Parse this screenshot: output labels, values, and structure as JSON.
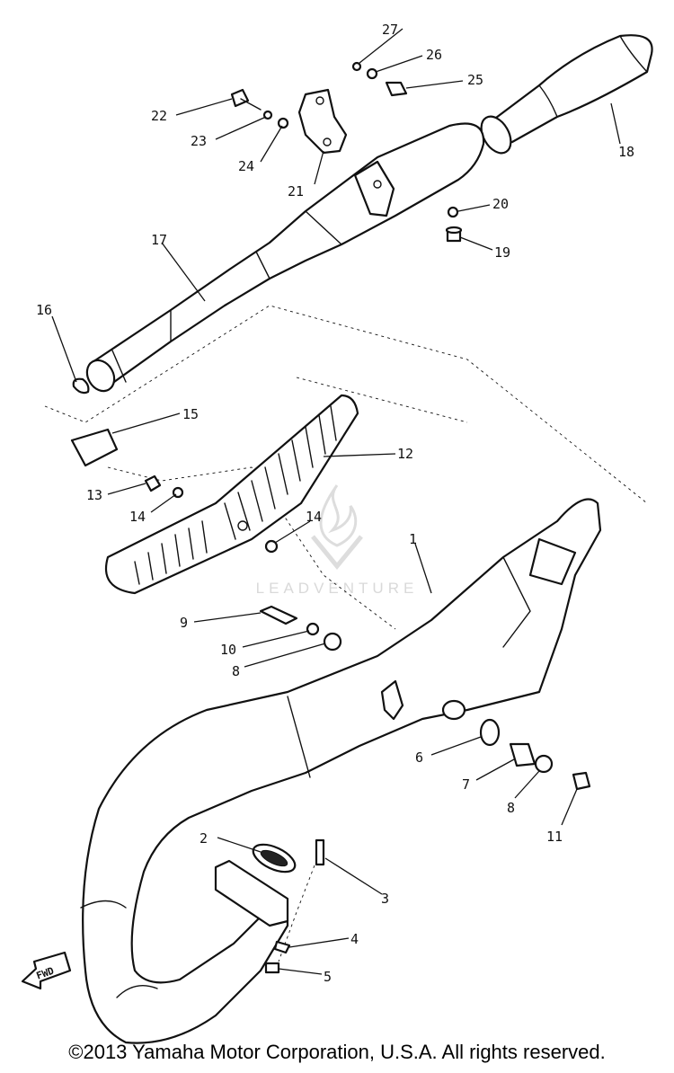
{
  "callouts": {
    "c1": "1",
    "c2": "2",
    "c3": "3",
    "c4": "4",
    "c5": "5",
    "c6": "6",
    "c7": "7",
    "c8a": "8",
    "c8b": "8",
    "c9": "9",
    "c10": "10",
    "c11": "11",
    "c12": "12",
    "c13": "13",
    "c14a": "14",
    "c14b": "14",
    "c15": "15",
    "c16": "16",
    "c17": "17",
    "c18": "18",
    "c19": "19",
    "c20": "20",
    "c21": "21",
    "c22": "22",
    "c23": "23",
    "c24": "24",
    "c25": "25",
    "c26": "26",
    "c27": "27"
  },
  "direction_label": "FWD",
  "watermark": {
    "text": "LEADVENTURE"
  },
  "footer": {
    "copyright": "©2013 Yamaha Motor Corporation, U.S.A. All rights reserved."
  }
}
